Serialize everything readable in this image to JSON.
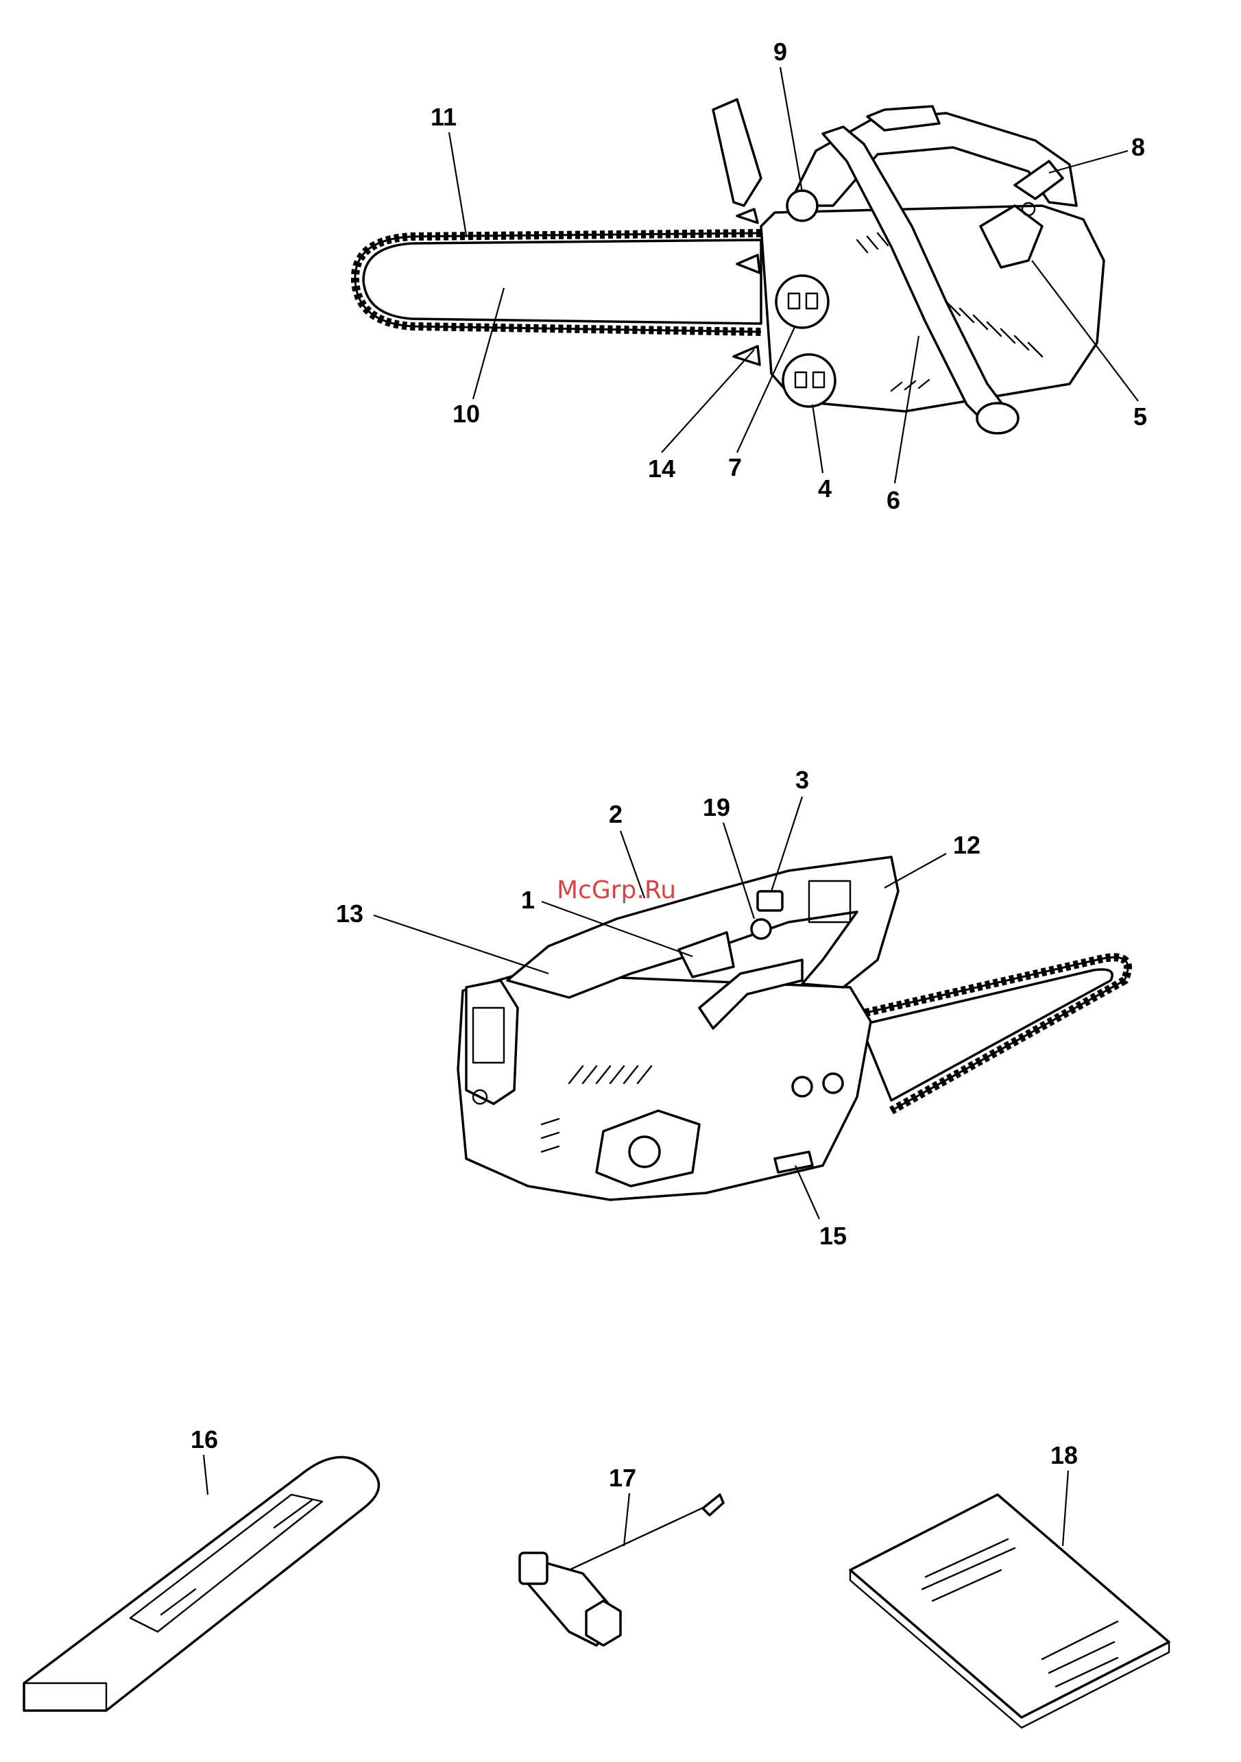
{
  "watermark": "McGrp.Ru",
  "colors": {
    "ink": "#000000",
    "paper": "#ffffff",
    "watermark": "#d64545"
  },
  "figure_1": {
    "callouts": [
      "9",
      "11",
      "8",
      "10",
      "5",
      "14",
      "7",
      "4",
      "6"
    ]
  },
  "figure_2": {
    "callouts": [
      "2",
      "19",
      "3",
      "12",
      "13",
      "1",
      "15"
    ]
  },
  "accessories": {
    "callouts": [
      "16",
      "17",
      "18"
    ]
  }
}
